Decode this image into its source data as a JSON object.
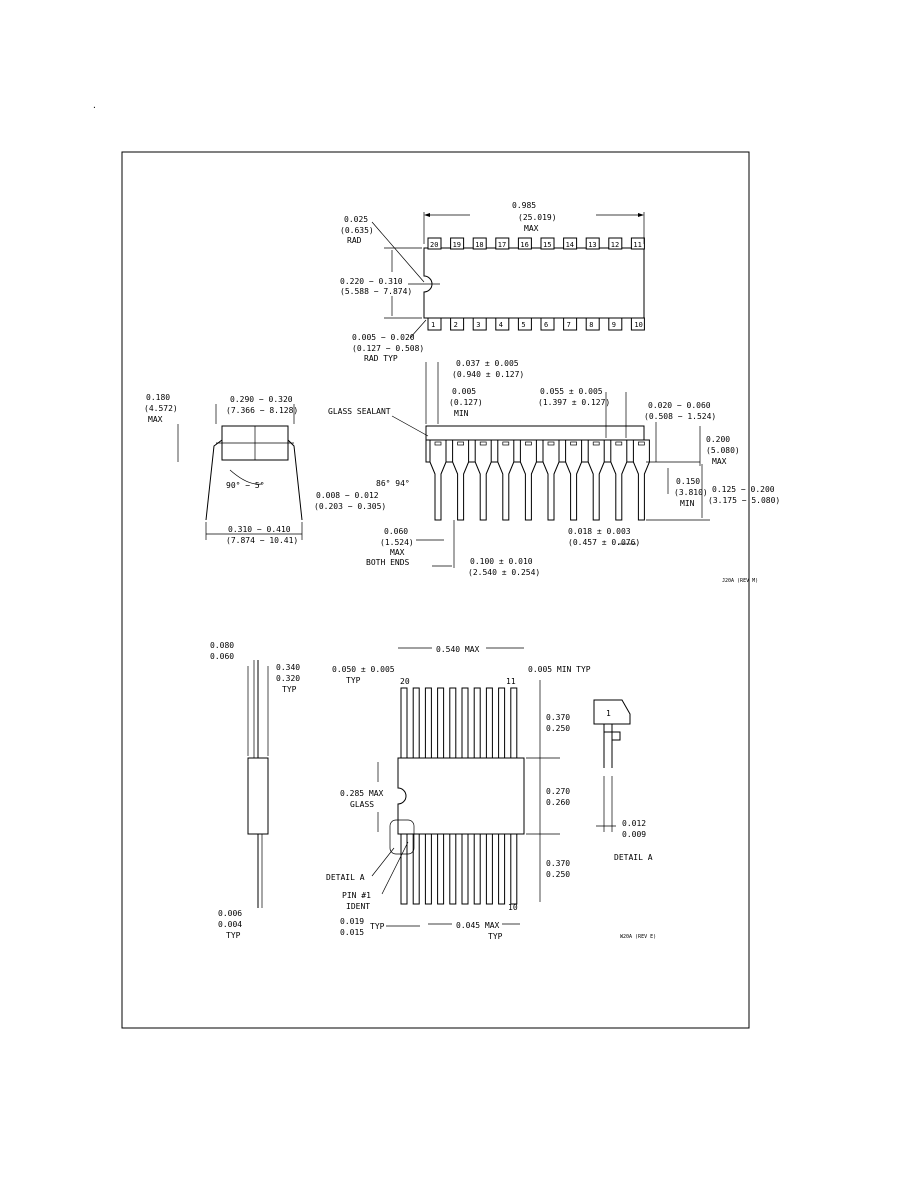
{
  "frame_mark": ".",
  "top_view": {
    "top_pins": [
      "20",
      "19",
      "18",
      "17",
      "16",
      "15",
      "14",
      "13",
      "12",
      "11"
    ],
    "bottom_pins": [
      "1",
      "2",
      "3",
      "4",
      "5",
      "6",
      "7",
      "8",
      "9",
      "10"
    ],
    "length": [
      "0.985",
      "(25.019)",
      "MAX"
    ],
    "notch_rad": [
      "0.025",
      "(0.635)",
      "RAD"
    ],
    "width": [
      "0.220 − 0.310",
      "(5.588 − 7.874)"
    ],
    "corner_rad": [
      "0.005 − 0.020",
      "(0.127 − 0.508)",
      "RAD TYP"
    ]
  },
  "side_view": {
    "glass_sealant": "GLASS SEALANT",
    "top_gap": [
      "0.037 ± 0.005",
      "(0.940 ± 0.127)"
    ],
    "min_gap": [
      "0.005",
      "(0.127)",
      "MIN"
    ],
    "pitch_tol": [
      "0.055 ± 0.005",
      "(1.397 ± 0.127)"
    ],
    "lead_width": [
      "0.020 − 0.060",
      "(0.508 − 1.524)"
    ],
    "body_height": [
      "0.200",
      "(5.080)",
      "MAX"
    ],
    "seat": [
      "0.150",
      "(3.810)",
      "MIN"
    ],
    "lead_len": [
      "0.125 − 0.200",
      "(3.175 − 5.080)"
    ],
    "angle": "86° 94°",
    "end_lead": [
      "0.060",
      "(1.524)",
      "MAX",
      "BOTH ENDS"
    ],
    "lead_dia": [
      "0.018 ± 0.003",
      "(0.457 ± 0.076)"
    ],
    "pitch": [
      "0.100 ± 0.010",
      "(2.540 ± 0.254)"
    ],
    "code": "J20A (REV M)"
  },
  "end_view": {
    "height": [
      "0.180",
      "(4.572)",
      "MAX"
    ],
    "row_width": [
      "0.290 − 0.320",
      "(7.366 − 8.128)"
    ],
    "angle": "90° − 5°",
    "lead_thk": [
      "0.008 − 0.012",
      "(0.203 − 0.305)"
    ],
    "spread": [
      "0.310 − 0.410",
      "(7.874 − 10.41)"
    ]
  },
  "flat_pack": {
    "side_thk": [
      "0.080",
      "0.060"
    ],
    "side_lead": [
      "0.340",
      "0.320",
      "TYP"
    ],
    "lead_thk": [
      "0.006",
      "0.004",
      "TYP"
    ],
    "overall": "0.540 MAX",
    "pitch": [
      "0.050 ± 0.005",
      "TYP"
    ],
    "min_typ": "0.005 MIN TYP",
    "pin_20": "20",
    "pin_11": "11",
    "pin_10": "10",
    "lead_top": [
      "0.370",
      "0.250"
    ],
    "body": [
      "0.270",
      "0.260"
    ],
    "lead_bot": [
      "0.370",
      "0.250"
    ],
    "glass": [
      "0.285 MAX",
      "GLASS"
    ],
    "detail_callout": "DETAIL A",
    "pin1_ident": [
      "PIN #1",
      "IDENT"
    ],
    "lead_w": [
      "0.019",
      "0.015"
    ],
    "typ": "TYP",
    "row_w": [
      "0.045 MAX",
      "TYP"
    ],
    "code": "W20A (REV E)"
  },
  "detail_a": {
    "pin": "1",
    "dims": [
      "0.012",
      "0.009"
    ],
    "title": "DETAIL A"
  }
}
